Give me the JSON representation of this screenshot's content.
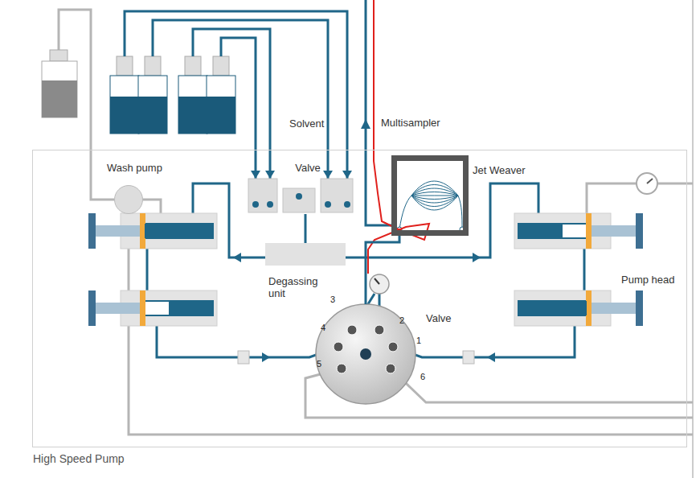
{
  "diagram": {
    "nodes": [
      {
        "text": [
          "High Speed Pump"
        ]
      },
      {
        "text": [
          "Wash pump"
        ],
        "in": 0
      },
      {
        "text": [
          "Valve"
        ],
        "in": 0
      },
      {
        "text": [
          "Jet Weaver"
        ],
        "in": 0
      },
      {
        "text": [
          "Degassing unit"
        ],
        "in": 0
      },
      {
        "text": [
          "Valve"
        ],
        "in": 0
      }
    ],
    "edges": [
      {
        "from": 2,
        "to": 4,
        "arrow": "none"
      },
      {
        "from": 5,
        "to": 3,
        "arrow": "none"
      }
    ],
    "labels": [
      "Solvent",
      "Multisampler",
      "Pump head",
      "1",
      "2",
      "3",
      "4",
      "5",
      "6"
    ]
  }
}
